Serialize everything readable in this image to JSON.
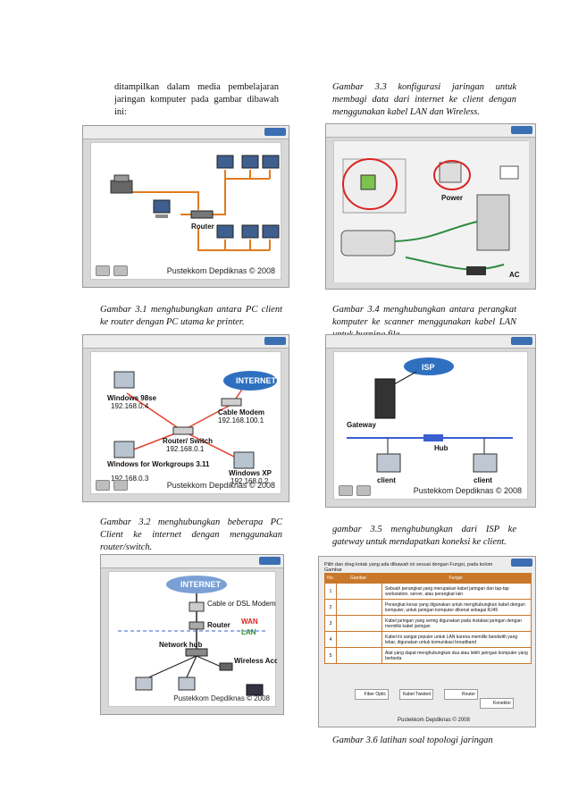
{
  "left_column": {
    "intro_text": "ditampilkan dalam media pembelajaran jaringan komputer pada gambar dibawah ini:",
    "caption_1": "Gambar 3.1 menghubungkan antara PC client ke router dengan PC utama ke printer.",
    "caption_2": "Gambar 3.2 menghubungkan beberapa PC Client ke internet dengan menggunakan router/switch."
  },
  "right_column": {
    "caption_3": "Gambar 3.3 konfigurasi jaringan untuk membagi data dari internet ke client dengan menggunakan kabel LAN dan Wireless.",
    "caption_4": "Gambar 3.4 menghubungkan antara perangkat komputer ke scanner menggunakan kabel LAN untuk burning file.",
    "caption_5": "gambar 3.5 menghubungkan dari ISP ke gateway untuk mendapatkan koneksi ke client.",
    "caption_6": "Gambar 3.6 latihan soal topologi jaringan"
  },
  "figures": {
    "credit": "Pustekkom Depdiknas © 2008",
    "fig1": {
      "router": "Router"
    },
    "fig2": {
      "internet": "INTERNET",
      "pc1_name": "Windows 98se",
      "pc1_ip": "192.168.0.4",
      "modem_name": "Cable Modem",
      "modem_ip": "192.168.100.1",
      "router_name": "Router/ Switch",
      "router_ip": "192.168.0.1",
      "pc2_name": "Windows for Workgroups 3.11",
      "pc2_ip": "192.168.0.3",
      "pc3_name": "Windows XP",
      "pc3_ip": "192.168.0.2"
    },
    "fig3": {
      "internet": "INTERNET",
      "modem": "Cable or DSL Modem",
      "router": "Router",
      "wan": "WAN",
      "lan": "LAN",
      "hub": "Network hub",
      "ap": "Wireless Access Point"
    },
    "fig4": {
      "power": "Power",
      "ac": "AC"
    },
    "fig5": {
      "isp": "ISP",
      "gateway": "Gateway",
      "hub": "Hub",
      "client1": "client",
      "client2": "client"
    },
    "fig6": {
      "instruction": "Pilih dan drag kotak yang ada dibawah ini sesuai dengan Fungsi, pada kolom Gambar",
      "col_no": "No.",
      "col_gambar": "Gambar",
      "col_fungsi": "Fungsi",
      "rows": [
        {
          "no": "1",
          "fungsi": "Sebuah perangkat yang merupakan kabel jaringan dan tap-tap workstation, server, atau perangkat lain"
        },
        {
          "no": "2",
          "fungsi": "Perangkat keras yang digunakan untuk menghubungkan kabel dengan komputer, untuk jaringan komputer dikenal sebagai RJ45"
        },
        {
          "no": "3",
          "fungsi": "Kabel jaringan yang sering digunakan pada instalasi jaringan dengan memiliki kabel jaringan"
        },
        {
          "no": "4",
          "fungsi": "Kabel ini sangat populer untuk LAN karena memiliki bandwith yang lebar, digunakan untuk komunikasi broadband"
        },
        {
          "no": "5",
          "fungsi": "Alat yang dapat menghubungkan dua atau lebih jaringan komputer yang berbeda"
        }
      ],
      "options": [
        "Fiber Optic",
        "Kabel Twisted",
        "Router",
        "Konektor"
      ],
      "credit": "Pustekkom Depdiknas © 2008"
    }
  }
}
